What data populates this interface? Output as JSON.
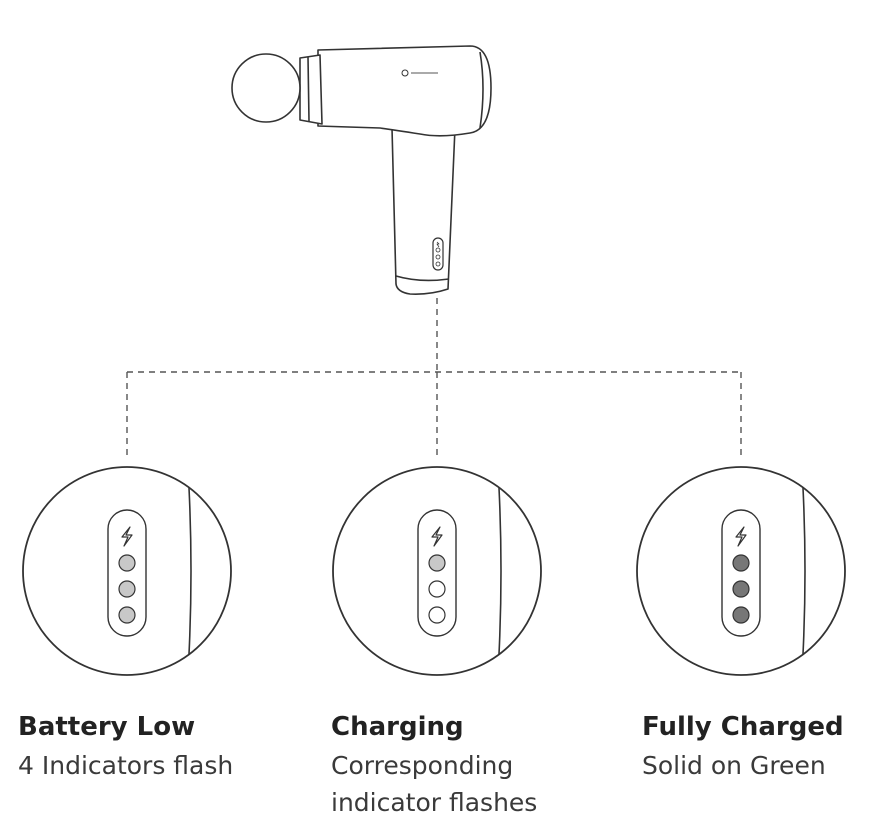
{
  "colors": {
    "line": "#333333",
    "dash": "#555555",
    "dot_light": "#c8c8c8",
    "dot_off": "#ffffff",
    "dot_on": "#777777"
  },
  "panels": [
    {
      "id": "battery-low",
      "title": "Battery Low",
      "description": [
        "4 Indicators flash"
      ],
      "indicators": [
        "light",
        "light",
        "light"
      ]
    },
    {
      "id": "charging",
      "title": "Charging",
      "description": [
        "Corresponding",
        "indicator flashes"
      ],
      "indicators": [
        "light",
        "off",
        "off"
      ]
    },
    {
      "id": "fully-charged",
      "title": "Fully Charged",
      "description": [
        "Solid on Green"
      ],
      "indicators": [
        "on",
        "on",
        "on"
      ]
    }
  ]
}
